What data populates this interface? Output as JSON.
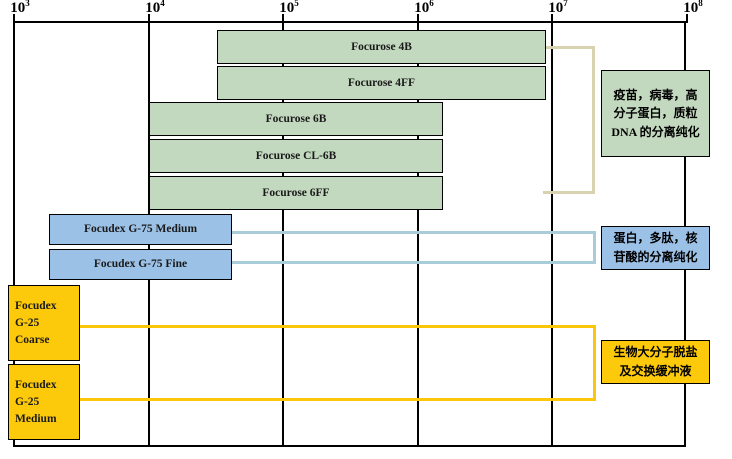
{
  "chart_data": {
    "type": "bar",
    "orientation": "horizontal",
    "title": "",
    "xlabel": "",
    "ylabel": "",
    "xscale": "log",
    "xlim": [
      1000,
      100000000
    ],
    "grid": true,
    "legend": "none",
    "tick_labels": [
      "10³",
      "10⁴",
      "10⁵",
      "10⁶",
      "10⁷",
      "10⁸"
    ],
    "tick_values": [
      1000,
      10000,
      100000,
      1000000,
      10000000,
      100000000
    ],
    "tick_bases": [
      "10",
      "10",
      "10",
      "10",
      "10",
      "10"
    ],
    "tick_exponents": [
      "3",
      "4",
      "5",
      "6",
      "7",
      "8"
    ],
    "bars": [
      {
        "label": "Focurose 4B",
        "group": "agarose",
        "color": "#c3d9bf",
        "x_start": 60000,
        "x_end": 20000000
      },
      {
        "label": "Focurose 4FF",
        "group": "agarose",
        "color": "#c3d9bf",
        "x_start": 60000,
        "x_end": 20000000
      },
      {
        "label": "Focurose 6B",
        "group": "agarose",
        "color": "#c3d9bf",
        "x_start": 10000,
        "x_end": 4000000
      },
      {
        "label": "Focurose CL-6B",
        "group": "agarose",
        "color": "#c3d9bf",
        "x_start": 10000,
        "x_end": 4000000
      },
      {
        "label": "Focurose 6FF",
        "group": "agarose",
        "color": "#c3d9bf",
        "x_start": 10000,
        "x_end": 4000000
      },
      {
        "label": "Focudex G-75 Medium",
        "group": "dextran-g75",
        "color": "#9cc1e7",
        "x_start": 1800,
        "x_end": 40000
      },
      {
        "label": "Focudex G-75 Fine",
        "group": "dextran-g75",
        "color": "#9cc1e7",
        "x_start": 1800,
        "x_end": 40000
      },
      {
        "label": "Focudex G-25 Coarse",
        "group": "dextran-g25",
        "color": "#fcc90b",
        "x_start": 1000,
        "x_end": 2400,
        "label_lines": [
          "Focudex",
          "G-25",
          "Coarse"
        ]
      },
      {
        "label": "Focudex G-25 Medium",
        "group": "dextran-g25",
        "color": "#fcc90b",
        "x_start": 1000,
        "x_end": 2400,
        "label_lines": [
          "Focudex",
          "G-25",
          "Medium"
        ]
      }
    ],
    "annotations": [
      {
        "group": "agarose",
        "color": "#c3d9bf",
        "bracket_color": "#d8d2b0",
        "lines": [
          "疫苗，病毒，高",
          "分子蛋白，质粒",
          "DNA 的分离纯化"
        ]
      },
      {
        "group": "dextran-g75",
        "color": "#9cc1e7",
        "bracket_color": "#a8cdd9",
        "lines": [
          "蛋白，多肽，核",
          "苷酸的分离纯化"
        ]
      },
      {
        "group": "dextran-g25",
        "color": "#fcc90b",
        "bracket_color": "#fcc60a",
        "lines": [
          "生物大分子脱盐",
          "及交换缓冲液"
        ]
      }
    ]
  },
  "bar_labels": {
    "b0": "Focurose 4B",
    "b1": "Focurose 4FF",
    "b2": "Focurose 6B",
    "b3": "Focurose CL-6B",
    "b4": "Focurose 6FF",
    "b5": "Focudex G-75 Medium",
    "b6": "Focudex G-75 Fine",
    "b7l0": "Focudex",
    "b7l1": "G-25",
    "b7l2": "Coarse",
    "b8l0": "Focudex",
    "b8l1": "G-25",
    "b8l2": "Medium"
  },
  "ticks": {
    "t0b": "10",
    "t0e": "3",
    "t1b": "10",
    "t1e": "4",
    "t2b": "10",
    "t2e": "5",
    "t3b": "10",
    "t3e": "6",
    "t4b": "10",
    "t4e": "7",
    "t5b": "10",
    "t5e": "8"
  },
  "callouts": {
    "green": {
      "l0": "疫苗，病毒，高",
      "l1": "分子蛋白，质粒",
      "l2": "DNA 的分离纯化"
    },
    "blue": {
      "l0": "蛋白，多肽，核",
      "l1": "苷酸的分离纯化"
    },
    "yellow": {
      "l0": "生物大分子脱盐",
      "l1": "及交换缓冲液"
    }
  },
  "colors": {
    "green_fill": "#c3d9bf",
    "blue_fill": "#9cc1e7",
    "yellow_fill": "#fcc90b",
    "tan_bracket": "#d8d2b0",
    "lblue_bracket": "#a8cdd9",
    "yellow_bracket": "#fcc60a",
    "frame": "#000000"
  }
}
